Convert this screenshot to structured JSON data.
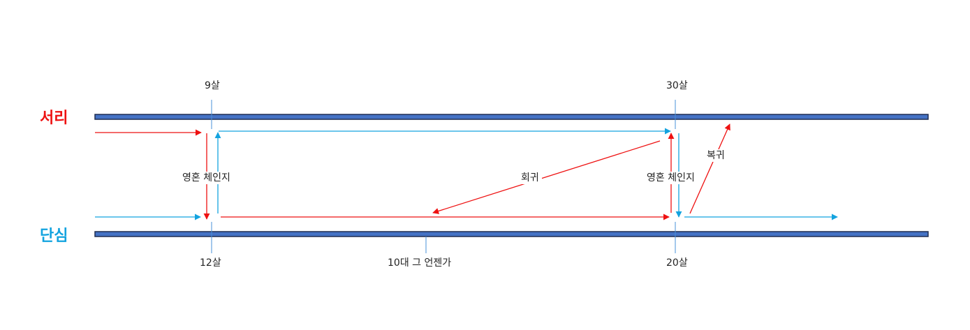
{
  "tracks": {
    "top": {
      "name": "서리",
      "color": "#ee1111"
    },
    "bottom": {
      "name": "단심",
      "color": "#13a3df"
    }
  },
  "ages": {
    "top_first": "9살",
    "top_second": "30살",
    "bottom_first": "12살",
    "bottom_middle": "10대 그 언젠가",
    "bottom_second": "20살"
  },
  "labels": {
    "swap_first": "영혼 체인지",
    "swap_second": "영혼 체인지",
    "return": "회귀",
    "restore": "복귀"
  },
  "colors": {
    "bar_fill": "#4472c4",
    "bar_stroke": "#1f2d50",
    "red_arrow": "#ee1111",
    "blue_arrow": "#13a3df",
    "tick": "#4a90d9"
  }
}
